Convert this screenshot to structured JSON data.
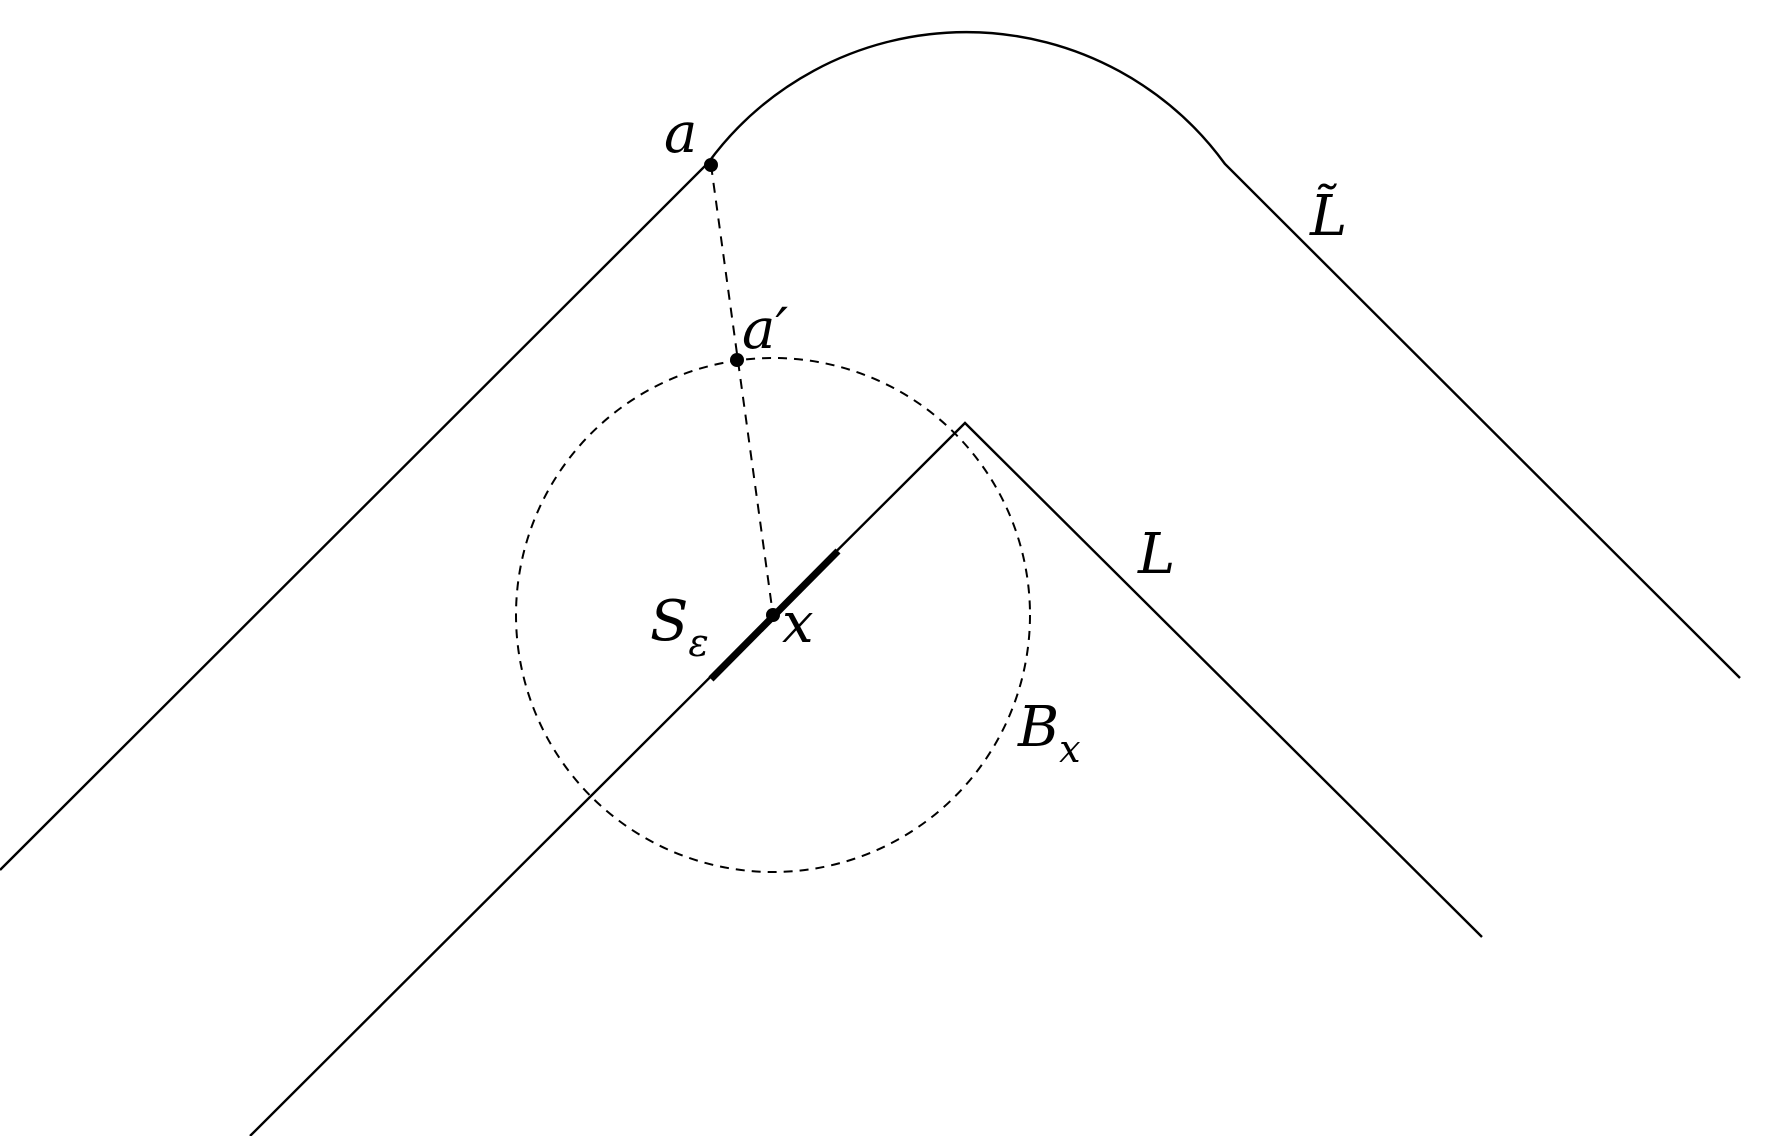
{
  "diagram": {
    "labels": {
      "a": "a",
      "a_prime": "a′",
      "L_tilde": "L̃",
      "L": "L",
      "x": "x",
      "S_main": "S",
      "S_sub": "ε",
      "B_main": "B",
      "B_sub": "x"
    },
    "colors": {
      "stroke": "#000000",
      "background": "#ffffff"
    }
  }
}
